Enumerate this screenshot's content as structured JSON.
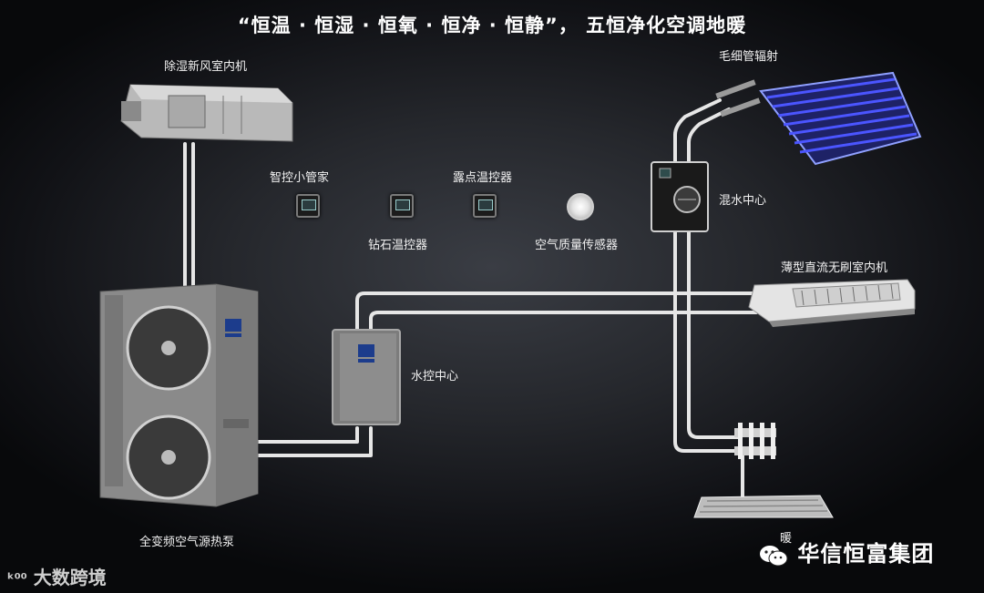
{
  "title": "“恒温 · 恒湿 · 恒氧 · 恒净 · 恒静”， 五恒净化空调地暖",
  "labels": {
    "dehumid_unit": "除湿新风室内机",
    "smart_butler": "智控小管家",
    "dewpoint_controller": "露点温控器",
    "diamond_controller": "钻石温控器",
    "air_sensor": "空气质量传感器",
    "capillary": "毛细管辐射",
    "mixing_center": "混水中心",
    "thin_indoor": "薄型直流无刷室内机",
    "water_center": "水控中心",
    "heat_pump": "全变频空气源热泵",
    "floor_heating": "暖"
  },
  "watermark": {
    "left_logo": "大数跨境",
    "right_brand": "华信恒富集团"
  },
  "colors": {
    "pipe": "#e6e6e6",
    "capillary": "#3b3fd6",
    "background": "#25272c"
  }
}
